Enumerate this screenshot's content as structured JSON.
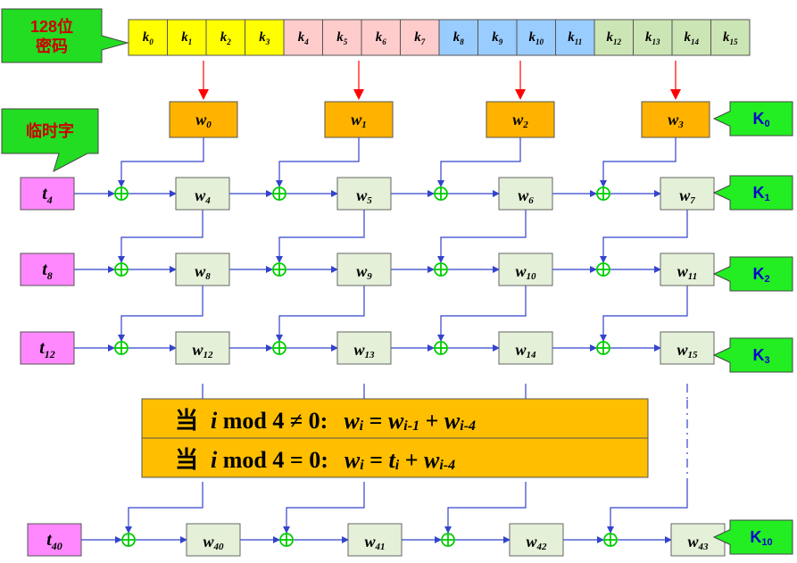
{
  "callouts": {
    "key_line1": "128位",
    "key_line2": "密码",
    "temp_word": "临时字"
  },
  "key_bytes": [
    {
      "base": "k",
      "sub": "0"
    },
    {
      "base": "k",
      "sub": "1"
    },
    {
      "base": "k",
      "sub": "2"
    },
    {
      "base": "k",
      "sub": "3"
    },
    {
      "base": "k",
      "sub": "4"
    },
    {
      "base": "k",
      "sub": "5"
    },
    {
      "base": "k",
      "sub": "6"
    },
    {
      "base": "k",
      "sub": "7"
    },
    {
      "base": "k",
      "sub": "8"
    },
    {
      "base": "k",
      "sub": "9"
    },
    {
      "base": "k",
      "sub": "10"
    },
    {
      "base": "k",
      "sub": "11"
    },
    {
      "base": "k",
      "sub": "12"
    },
    {
      "base": "k",
      "sub": "13"
    },
    {
      "base": "k",
      "sub": "14"
    },
    {
      "base": "k",
      "sub": "15"
    }
  ],
  "initial_words": [
    {
      "base": "w",
      "sub": "0"
    },
    {
      "base": "w",
      "sub": "1"
    },
    {
      "base": "w",
      "sub": "2"
    },
    {
      "base": "w",
      "sub": "3"
    }
  ],
  "round_rows": [
    {
      "t_base": "t",
      "t_sub": "4",
      "words": [
        {
          "base": "w",
          "sub": "4"
        },
        {
          "base": "w",
          "sub": "5"
        },
        {
          "base": "w",
          "sub": "6"
        },
        {
          "base": "w",
          "sub": "7"
        }
      ]
    },
    {
      "t_base": "t",
      "t_sub": "8",
      "words": [
        {
          "base": "w",
          "sub": "8"
        },
        {
          "base": "w",
          "sub": "9"
        },
        {
          "base": "w",
          "sub": "10"
        },
        {
          "base": "w",
          "sub": "11"
        }
      ]
    },
    {
      "t_base": "t",
      "t_sub": "12",
      "words": [
        {
          "base": "w",
          "sub": "12"
        },
        {
          "base": "w",
          "sub": "13"
        },
        {
          "base": "w",
          "sub": "14"
        },
        {
          "base": "w",
          "sub": "15"
        }
      ]
    },
    {
      "t_base": "t",
      "t_sub": "40",
      "words": [
        {
          "base": "w",
          "sub": "40"
        },
        {
          "base": "w",
          "sub": "41"
        },
        {
          "base": "w",
          "sub": "42"
        },
        {
          "base": "w",
          "sub": "43"
        }
      ]
    }
  ],
  "round_keys": [
    {
      "base": "K",
      "sub": "0"
    },
    {
      "base": "K",
      "sub": "1"
    },
    {
      "base": "K",
      "sub": "2"
    },
    {
      "base": "K",
      "sub": "3"
    },
    {
      "base": "K",
      "sub": "10"
    }
  ],
  "formulas": [
    {
      "prefix": "当",
      "i": "i",
      "mod": " mod 4 ",
      "rel": "≠",
      "rhs": " 0:",
      "w": "w",
      "wsub": "i",
      "eq": " = ",
      "a": "w",
      "asub": "i-1",
      "plus": " + ",
      "b": "w",
      "bsub": "i-4"
    },
    {
      "prefix": "当",
      "i": "i",
      "mod": " mod 4 ",
      "rel": "=",
      "rhs": " 0:",
      "w": "w",
      "wsub": "i",
      "eq": " = ",
      "a": "t",
      "asub": "i",
      "plus": " + ",
      "b": "w",
      "bsub": "i-4"
    }
  ],
  "colors": {
    "key_groups": [
      "#ffff00",
      "#ffcccc",
      "#99ccff",
      "#cce5b5"
    ],
    "w_initial": "#ffb300",
    "w_round": "#e4f0d8",
    "t_fill": "#ff88ff",
    "k_fill": "#22ee22",
    "k_text": "#0000cc",
    "callout_fill": "#22dd22",
    "callout_text_red": "#cc0000",
    "formula_fill": "#ffbf00",
    "arrow_red": "#ff0000",
    "line_blue": "#3344cc",
    "xor_green": "#00cc00"
  }
}
